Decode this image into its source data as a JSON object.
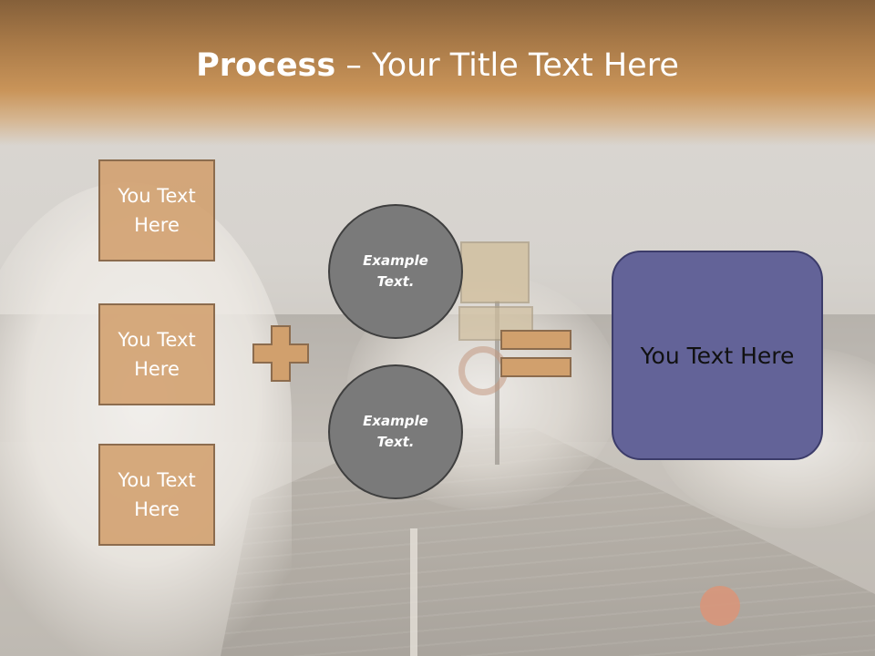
{
  "slide": {
    "title_bold": "Process",
    "title_rest": " – Your Title Text Here"
  },
  "inputs": [
    {
      "text": "You Text Here"
    },
    {
      "text": "You Text Here"
    },
    {
      "text": "You Text Here"
    }
  ],
  "operands": [
    {
      "text": "Example Text."
    },
    {
      "text": "Example Text."
    }
  ],
  "result": {
    "text": "You Text Here"
  },
  "colors": {
    "title_band": "#c99459",
    "box_fill": "#d19f6d",
    "box_border": "#8c6c4e",
    "circle_fill": "#7a7a7a",
    "result_fill": "#636398"
  }
}
